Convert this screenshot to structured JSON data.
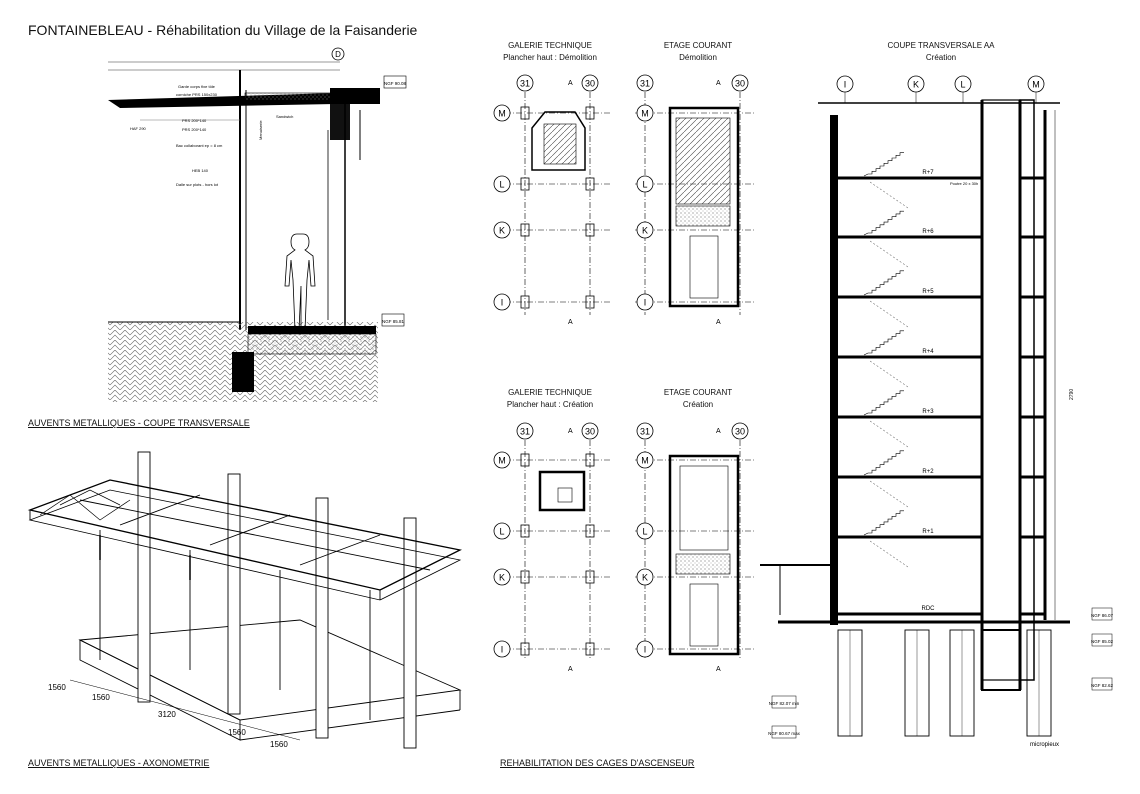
{
  "title": "FONTAINEBLEAU - Réhabilitation du Village de la Faisanderie",
  "captions": {
    "section": "AUVENTS METALLIQUES - COUPE TRANSVERSALE",
    "axo": "AUVENTS METALLIQUES - AXONOMETRIE",
    "elevators": "REHABILITATION DES CAGES D'ASCENSEUR"
  },
  "plans": {
    "top_left": {
      "title": "GALERIE TECHNIQUE",
      "subtitle": "Plancher haut : Démolition"
    },
    "top_right": {
      "title": "ETAGE COURANT",
      "subtitle": "Démolition"
    },
    "bottom_left": {
      "title": "GALERIE TECHNIQUE",
      "subtitle": "Plancher haut : Création"
    },
    "bottom_right": {
      "title": "ETAGE COURANT",
      "subtitle": "Création"
    }
  },
  "coupe": {
    "title": "COUPE TRANSVERSALE AA",
    "subtitle": "Création"
  },
  "grid": {
    "col_left": "31",
    "col_right": "30",
    "rows": [
      "M",
      "L",
      "K",
      "I"
    ],
    "coupe_cols": [
      "I",
      "K",
      "L",
      "M"
    ],
    "section_mark": "A"
  },
  "levels": [
    "R+7",
    "R+6",
    "R+5",
    "R+4",
    "R+3",
    "R+2",
    "R+1",
    "RDC"
  ],
  "section_labels": {
    "D": "D",
    "ngf_top": "NGF 90.08",
    "ngf_bottom": "NGF 85.81",
    "haf": "HAF 290",
    "m1": "Garde corps fixe tôle",
    "m2": "corniche PRS 150x230",
    "m3": "PRS 200*140",
    "m4": "PRS 200*140",
    "m5": "Bac collaborant ep = 8 cm",
    "m6": "HEB 140",
    "m7": "Dalle sur plots - hors lot",
    "m8": "Sandwich",
    "m9": "Menuiserie"
  },
  "axo_dims": [
    "1560",
    "1560",
    "3120",
    "1560",
    "1560"
  ],
  "coupe_ngf": [
    "NGF 86.07",
    "NGF 85.02",
    "NGF 82.62",
    "NGF 82.07 min",
    "NGF 80.67 max"
  ],
  "coupe_notes": {
    "micropieux": "micropieux",
    "depth": "2790",
    "poutre": "Poutre 20 x 30h"
  }
}
